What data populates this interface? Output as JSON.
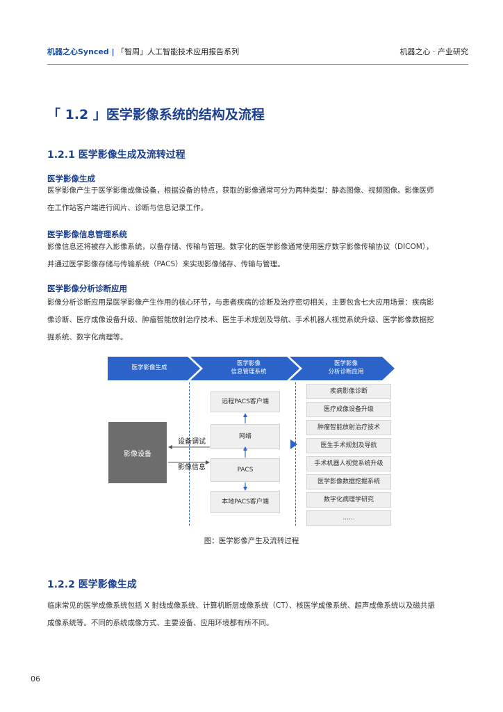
{
  "header": {
    "brand": "机器之心Synced |",
    "series": "「智周」人工智能技术应用报告系列",
    "right": "机器之心 · 产业研究"
  },
  "section_title": "「 1.2 」医学影像系统的结构及流程",
  "s121": {
    "title": "1.2.1 医学影像生成及流转过程",
    "blocks": [
      {
        "heading": "医学影像生成",
        "lines": [
          "医学影像产生于医学影像成像设备，根据设备的特点，获取的影像通常可分为两种类型：静态图像、视频图像。影像医师",
          "在工作站客户端进行阅片、诊断与信息记录工作。"
        ]
      },
      {
        "heading": "医学影像信息管理系统",
        "lines": [
          "影像信息还将被存入影像系统，以备存储、传输与管理。数字化的医学影像通常使用医疗数字影像传输协议（DICOM），",
          "并通过医学影像存储与传输系统（PACS）来实现影像储存、传输与管理。"
        ]
      },
      {
        "heading": "医学影像分析诊断应用",
        "lines": [
          "影像分析诊断应用是医学影像产生作用的核心环节，与患者疾病的诊断及治疗密切相关，主要包含七大应用场景：疾病影",
          "像诊断、医疗成像设备升级、肿瘤智能放射治疗技术、医生手术规划及导航、手术机器人视觉系统升级、医学影像数据挖",
          "掘系统、数字化病理等。"
        ]
      }
    ]
  },
  "diagram": {
    "stages": {
      "s1": "医学影像生成",
      "s2a": "医学影像",
      "s2b": "信息管理系统",
      "s3a": "医学影像",
      "s3b": "分析诊断应用"
    },
    "device": "影像设备",
    "label_debug": "设备调试",
    "label_info": "影像信息",
    "remote_client": "远程PACS客户端",
    "network": "网络",
    "pacs": "PACS",
    "local_client": "本地PACS客户端",
    "apps": [
      "疾病影像诊断",
      "医疗成像设备升级",
      "肿瘤智能放射治疗技术",
      "医生手术规划及导航",
      "手术机器人视觉系统升级",
      "医学影像数据挖掘系统",
      "数字化病理学研究",
      "......"
    ]
  },
  "caption": "图：医学影像产生及流转过程",
  "s122": {
    "title": "1.2.2 医学影像生成",
    "lines": [
      "临床常见的医学成像系统包括 X 射线成像系统、计算机断层成像系统（CT）、核医学成像系统、超声成像系统以及磁共振",
      "成像系统等。不同的系统成像方式、主要设备、应用环境都有所不同。"
    ]
  },
  "page_number": "06",
  "colors": {
    "accent": "#1a3f8f",
    "flow_blue": "#2b63c8",
    "device_grey": "#6d6d6d"
  }
}
